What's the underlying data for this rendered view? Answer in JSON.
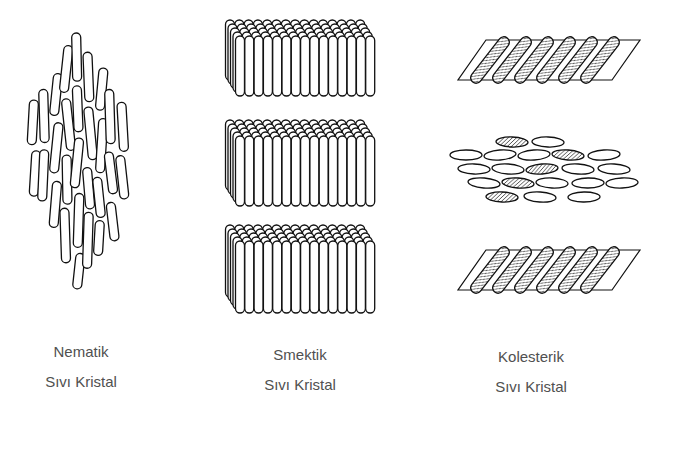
{
  "diagram": {
    "labels": [
      "Nematik Sıvı Kristal",
      "Smektik Sıvı Kristal",
      "Kolesterik Sıvı Kristal"
    ]
  }
}
